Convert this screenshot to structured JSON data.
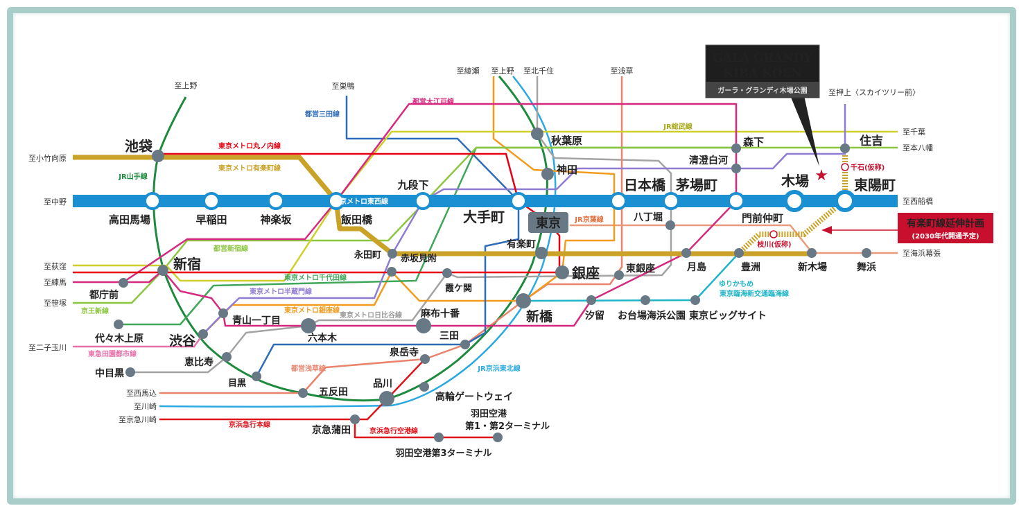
{
  "property": {
    "name_line1": "GALA GRANDY",
    "name_line2": "KIBA KOEN",
    "name_ja": "ガーラ・グランディ木場公園"
  },
  "extension_note": {
    "title": "有楽町線延伸計画",
    "subtitle": "(2030年代開通予定)"
  },
  "stations": {
    "ikebukuro": "池袋",
    "takadanobaba": "高田馬場",
    "waseda": "早稲田",
    "kagurazaka": "神楽坂",
    "iidabashi": "飯田橋",
    "kudanshita": "九段下",
    "otemachi": "大手町",
    "nihonbashi": "日本橋",
    "kayabacho": "茅場町",
    "monzennakacho": "門前仲町",
    "kiba": "木場",
    "toyocho": "東陽町",
    "akihabara": "秋葉原",
    "kanda": "神田",
    "tokyo": "東京",
    "yurakucho": "有楽町",
    "ginza": "銀座",
    "higashiginza": "東銀座",
    "hatchobori": "八丁堀",
    "morishita": "森下",
    "kiyosumishirakawa": "清澄白河",
    "sumiyoshi": "住吉",
    "nagatacho": "永田町",
    "akasakamitsuke": "赤坂見附",
    "kasumigaseki": "霞ケ関",
    "azabujuban": "麻布十番",
    "roppongi": "六本木",
    "aoyamaitchome": "青山一丁目",
    "shinjuku": "新宿",
    "tochomae": "都庁前",
    "yoyogiuehara": "代々木上原",
    "shibuya": "渋谷",
    "ebisu": "恵比寿",
    "nakameguro": "中目黒",
    "meguro": "目黒",
    "gotanda": "五反田",
    "shinagawa": "品川",
    "takanawagateway": "高輪ゲートウェイ",
    "sengakuji": "泉岳寺",
    "mita": "三田",
    "shimbashi": "新橋",
    "shiodome": "汐留",
    "odaibakaihinkoen": "お台場海浜公園",
    "tokyobigsight": "東京ビッグサイト",
    "tsukishima": "月島",
    "toyosu": "豊洲",
    "shinkiba": "新木場",
    "maihama": "舞浜",
    "keikyukamata": "京急蒲田",
    "haneda12_line1": "羽田空港",
    "haneda12_line2": "第1・第2ターミナル",
    "haneda3": "羽田空港第3ターミナル"
  },
  "planned_stations": {
    "sengoku": "千石(仮称)",
    "edagawa": "枝川(仮称)"
  },
  "termini": {
    "ueno_yamanote": "至上野",
    "sugamo": "至巣鴨",
    "ayase": "至綾瀬",
    "ueno_ginza": "至上野",
    "kitasenju": "至北千住",
    "asakusa": "至浅草",
    "oshiage": "至押上〈スカイツリー前〉",
    "chiba": "至千葉",
    "motoyawata": "至本八幡",
    "nishifunabashi": "至西船橋",
    "kaihinmakuhari": "至海浜幕張",
    "kotakemukaihara": "至小竹向原",
    "nakano": "至中野",
    "ogikubo": "至荻窪",
    "nerima": "至練馬",
    "sasazuka": "至笹塚",
    "futakotamagawa": "至二子玉川",
    "nishimagome": "至西馬込",
    "kawasaki": "至川崎",
    "keikyukawasaki": "至京急川崎"
  },
  "line_labels": {
    "marunouchi": "東京メトロ丸ノ内線",
    "yurakucho": "東京メトロ有楽町線",
    "yamanote": "JR山手線",
    "mita": "都営三田線",
    "oedo": "都営大江戸線",
    "sobu": "JR総武線",
    "tozai": "東京メトロ東西線",
    "keiyo": "JR京葉線",
    "shinjuku": "都営新宿線",
    "chiyoda": "東京メトロ千代田線",
    "hanzomon": "東京メトロ半蔵門線",
    "keio": "京王新線",
    "ginza": "東京メトロ銀座線",
    "hibiya": "東京メトロ日比谷線",
    "denentoshi": "東急田園都市線",
    "asakusa": "都営浅草線",
    "keihintohoku": "JR京浜東北線",
    "keikyu_main": "京浜急行本線",
    "keikyu_airport": "京浜急行空港線",
    "yurikamome_line1": "ゆりかもめ",
    "yurikamome_line2": "東京臨海新交通臨海線"
  },
  "colors": {
    "tozai": "#1a8fd2",
    "yamanote": "#1d8a3e",
    "keihintohoku": "#2aa9e0",
    "marunouchi": "#e60012",
    "yurakucho": "#c9a227",
    "oedo": "#d6287f",
    "hanzomon": "#8f7bd2",
    "chiyoda": "#3fa65a",
    "shinjuku": "#8cc63f",
    "sobu": "#cfcf2a",
    "mita": "#2f6cb8",
    "hibiya": "#a3a3a3",
    "ginza": "#f29b1d",
    "asakusa": "#e9836c",
    "keiyo": "#e99a7a",
    "keikyu": "#e0151c",
    "yurikamome": "#1eb4c8",
    "denentoshi": "#e770a8",
    "station": "#687885",
    "accent_red": "#c8102e"
  }
}
